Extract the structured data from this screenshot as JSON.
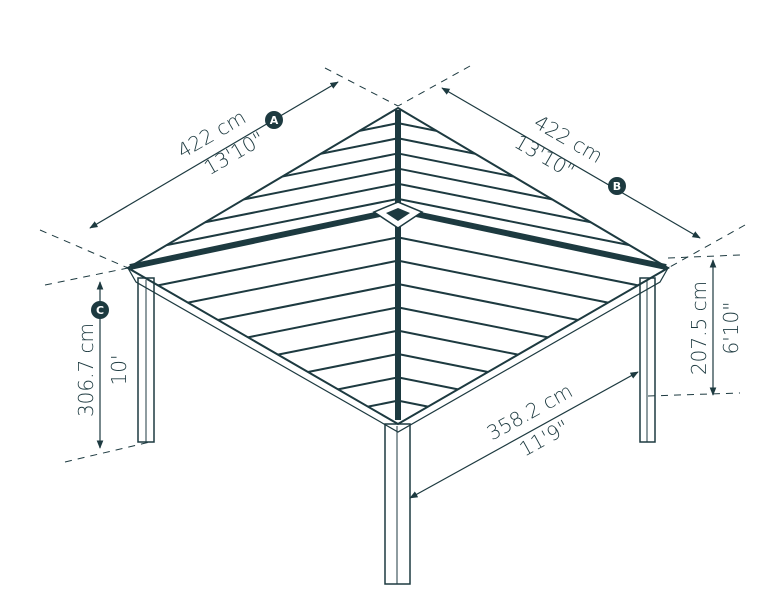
{
  "title": "Gazebo dimensions diagram",
  "colors": {
    "line": "#1d3a40",
    "badge": "#1d3a40"
  },
  "dimensions": {
    "A": {
      "badge": "A",
      "metric": "422 cm",
      "imperial": "13'10\""
    },
    "B": {
      "badge": "B",
      "metric": "422 cm",
      "imperial": "13'10\""
    },
    "C": {
      "badge": "C",
      "metric": "306.7 cm",
      "imperial": "10'"
    },
    "side_height": {
      "metric": "207.5 cm",
      "imperial": "6'10\""
    },
    "post_span": {
      "metric": "358.2 cm",
      "imperial": "11'9\""
    }
  }
}
